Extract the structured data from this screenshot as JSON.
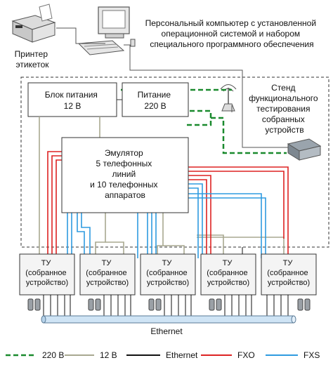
{
  "pc_caption": [
    "Персональный компьютер с установленной",
    "операционной системой и набором",
    "специального программного обеспечения"
  ],
  "printer_caption": [
    "Принтер",
    "этикеток"
  ],
  "stand_caption": [
    "Стенд",
    "функционального",
    "тестирования",
    "собранных",
    "устройств"
  ],
  "power_supply": [
    "Блок питания",
    "12 В"
  ],
  "mains": [
    "Питание",
    "220 В"
  ],
  "emulator": [
    "Эмулятор",
    "5 телефонных",
    "линий",
    "и 10 телефонных",
    "аппаратов"
  ],
  "devices": [
    [
      "ТУ",
      "(собранное",
      "устройство)"
    ],
    [
      "ТУ",
      "(собранное",
      "устройство)"
    ],
    [
      "ТУ",
      "(собранное",
      "устройство)"
    ],
    [
      "ТУ",
      "(собранное",
      "устройство)"
    ],
    [
      "ТУ",
      "(собранное",
      "устройство)"
    ]
  ],
  "ethernet_bus_label": "Ethernet",
  "legend": [
    {
      "label": "220 В",
      "color": "#1a8a2e",
      "style": "dashed"
    },
    {
      "label": "12 В",
      "color": "#a8a890",
      "style": "solid"
    },
    {
      "label": "Ethernet",
      "color": "#111111",
      "style": "solid"
    },
    {
      "label": "FXO",
      "color": "#dd2222",
      "style": "solid"
    },
    {
      "label": "FXS",
      "color": "#2f9be0",
      "style": "solid"
    }
  ],
  "colors": {
    "v220": "#1a8a2e",
    "v12": "#a8a890",
    "ethernet": "#111111",
    "fxo": "#dd2222",
    "fxs": "#2f9be0",
    "box_fill": "#ffffff",
    "device_fill": "#f4f4f4"
  }
}
